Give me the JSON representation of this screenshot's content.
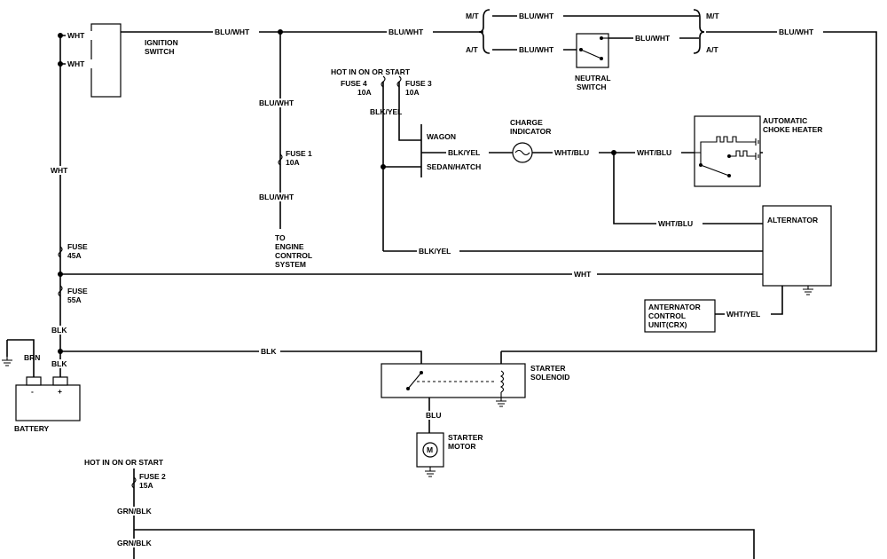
{
  "components": {
    "ignition_switch": [
      "IGNITION",
      "SWITCH"
    ],
    "neutral_switch": [
      "NEUTRAL",
      "SWITCH"
    ],
    "charge_indicator": [
      "CHARGE",
      "INDICATOR"
    ],
    "automatic_choke_heater": [
      "AUTOMATIC",
      "CHOKE HEATER"
    ],
    "alternator": "ALTERNATOR",
    "alternator_control_unit": [
      "ANTERNATOR",
      "CONTROL",
      "UNIT(CRX)"
    ],
    "starter_solenoid": [
      "STARTER",
      "SOLENOID"
    ],
    "starter_motor": [
      "STARTER",
      "MOTOR"
    ],
    "motor_symbol": "M",
    "battery": "BATTERY",
    "battery_neg": "-",
    "battery_pos": "+",
    "engine_control": [
      "TO",
      "ENGINE",
      "CONTROL",
      "SYSTEM"
    ]
  },
  "fuses": {
    "fuse1": [
      "FUSE 1",
      "10A"
    ],
    "fuse2": [
      "FUSE 2",
      "15A"
    ],
    "fuse3": [
      "FUSE 3",
      "10A"
    ],
    "fuse4": [
      "FUSE 4",
      "10A"
    ],
    "fuse45": [
      "FUSE",
      "45A"
    ],
    "fuse55": [
      "FUSE",
      "55A"
    ]
  },
  "notes": {
    "hot_top": "HOT IN ON OR START",
    "hot_bottom": "HOT IN ON OR START",
    "mt_left": "M/T",
    "at_left": "A/T",
    "mt_right": "M/T",
    "at_right": "A/T",
    "wagon": "WAGON",
    "sedan_hatch": "SEDAN/HATCH"
  },
  "wires": {
    "wht_1": "WHT",
    "wht_2": "WHT",
    "wht_3": "WHT",
    "wht_main": "WHT",
    "blu_wht_1": "BLU/WHT",
    "blu_wht_2": "BLU/WHT",
    "blu_wht_mt": "BLU/WHT",
    "blu_wht_at": "BLU/WHT",
    "blu_wht_ns": "BLU/WHT",
    "blu_wht_right": "BLU/WHT",
    "blu_wht_f1_top": "BLU/WHT",
    "blu_wht_f1_bot": "BLU/WHT",
    "blk_yel_fuse": "BLK/YEL",
    "blk_yel_ci": "BLK/YEL",
    "blk_yel_alt": "BLK/YEL",
    "wht_blu_1": "WHT/BLU",
    "wht_blu_2": "WHT/BLU",
    "wht_blu_3": "WHT/BLU",
    "wht_yel": "WHT/YEL",
    "blk_1": "BLK",
    "blk_2": "BLK",
    "blk_3": "BLK",
    "brn": "BRN",
    "blu": "BLU",
    "grn_blk_1": "GRN/BLK",
    "grn_blk_2": "GRN/BLK"
  }
}
